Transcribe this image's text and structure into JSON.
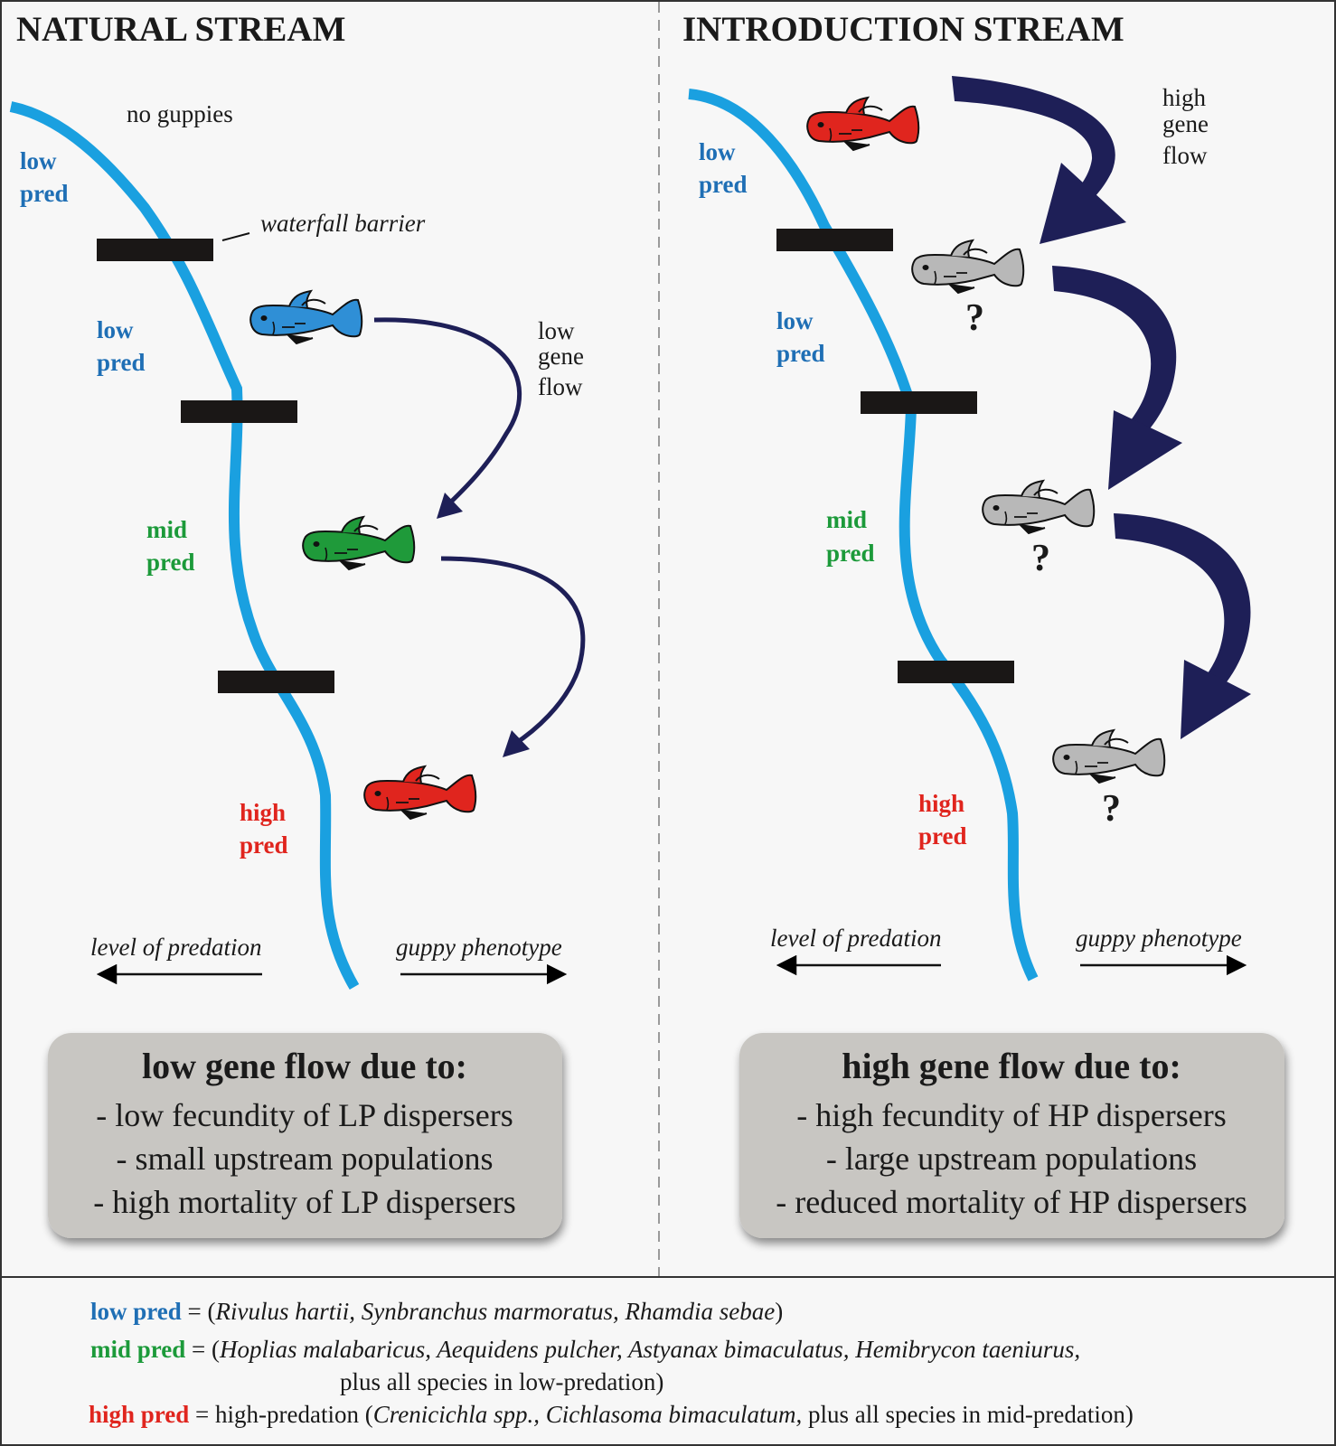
{
  "colors": {
    "low_pred": "#1f6fb5",
    "mid_pred": "#1c9a3a",
    "high_pred": "#e0251e",
    "stream": "#1aa0e0",
    "arrow": "#1e1f57",
    "barrier": "#1a1716",
    "box": "#c8c6c2"
  },
  "natural": {
    "title": "NATURAL STREAM",
    "no_guppies": "no guppies",
    "waterfall": "waterfall barrier",
    "low_pred_1": [
      "low",
      "pred"
    ],
    "low_pred_2": [
      "low",
      "pred"
    ],
    "mid_pred": [
      "mid",
      "pred"
    ],
    "high_pred": [
      "high",
      "pred"
    ],
    "gene_flow": [
      "low",
      "gene",
      "flow"
    ],
    "level_of_predation": "level of predation",
    "guppy_phenotype": "guppy phenotype",
    "box": {
      "heading": "low gene flow due to:",
      "items": [
        "- low fecundity of LP dispersers",
        "- small upstream populations",
        "- high mortality of LP dispersers"
      ]
    }
  },
  "introduction": {
    "title": "INTRODUCTION STREAM",
    "low_pred_1": [
      "low",
      "pred"
    ],
    "low_pred_2": [
      "low",
      "pred"
    ],
    "mid_pred": [
      "mid",
      "pred"
    ],
    "high_pred": [
      "high",
      "pred"
    ],
    "gene_flow": [
      "high",
      "gene",
      "flow"
    ],
    "question": "?",
    "level_of_predation": "level of predation",
    "guppy_phenotype": "guppy phenotype",
    "box": {
      "heading": "high gene flow due to:",
      "items": [
        "- high fecundity of HP dispersers",
        "- large upstream populations",
        "- reduced mortality of HP dispersers"
      ]
    }
  },
  "legend": {
    "low": {
      "key": "low pred",
      "text": " = (",
      "species": "Rivulus hartii, Synbranchus marmoratus, Rhamdia sebae",
      "close": ")"
    },
    "mid": {
      "key": "mid pred",
      "text": " = (",
      "species": "Hoplias malabaricus, Aequidens pulcher, Astyanax bimaculatus, Hemibrycon taeniurus,",
      "cont": "plus all species in low-predation)"
    },
    "high": {
      "key": "high pred",
      "text": " = high-predation (",
      "species": "Crenicichla spp., Cichlasoma bimaculatum,",
      "rest": " plus all species in mid-predation)"
    }
  }
}
